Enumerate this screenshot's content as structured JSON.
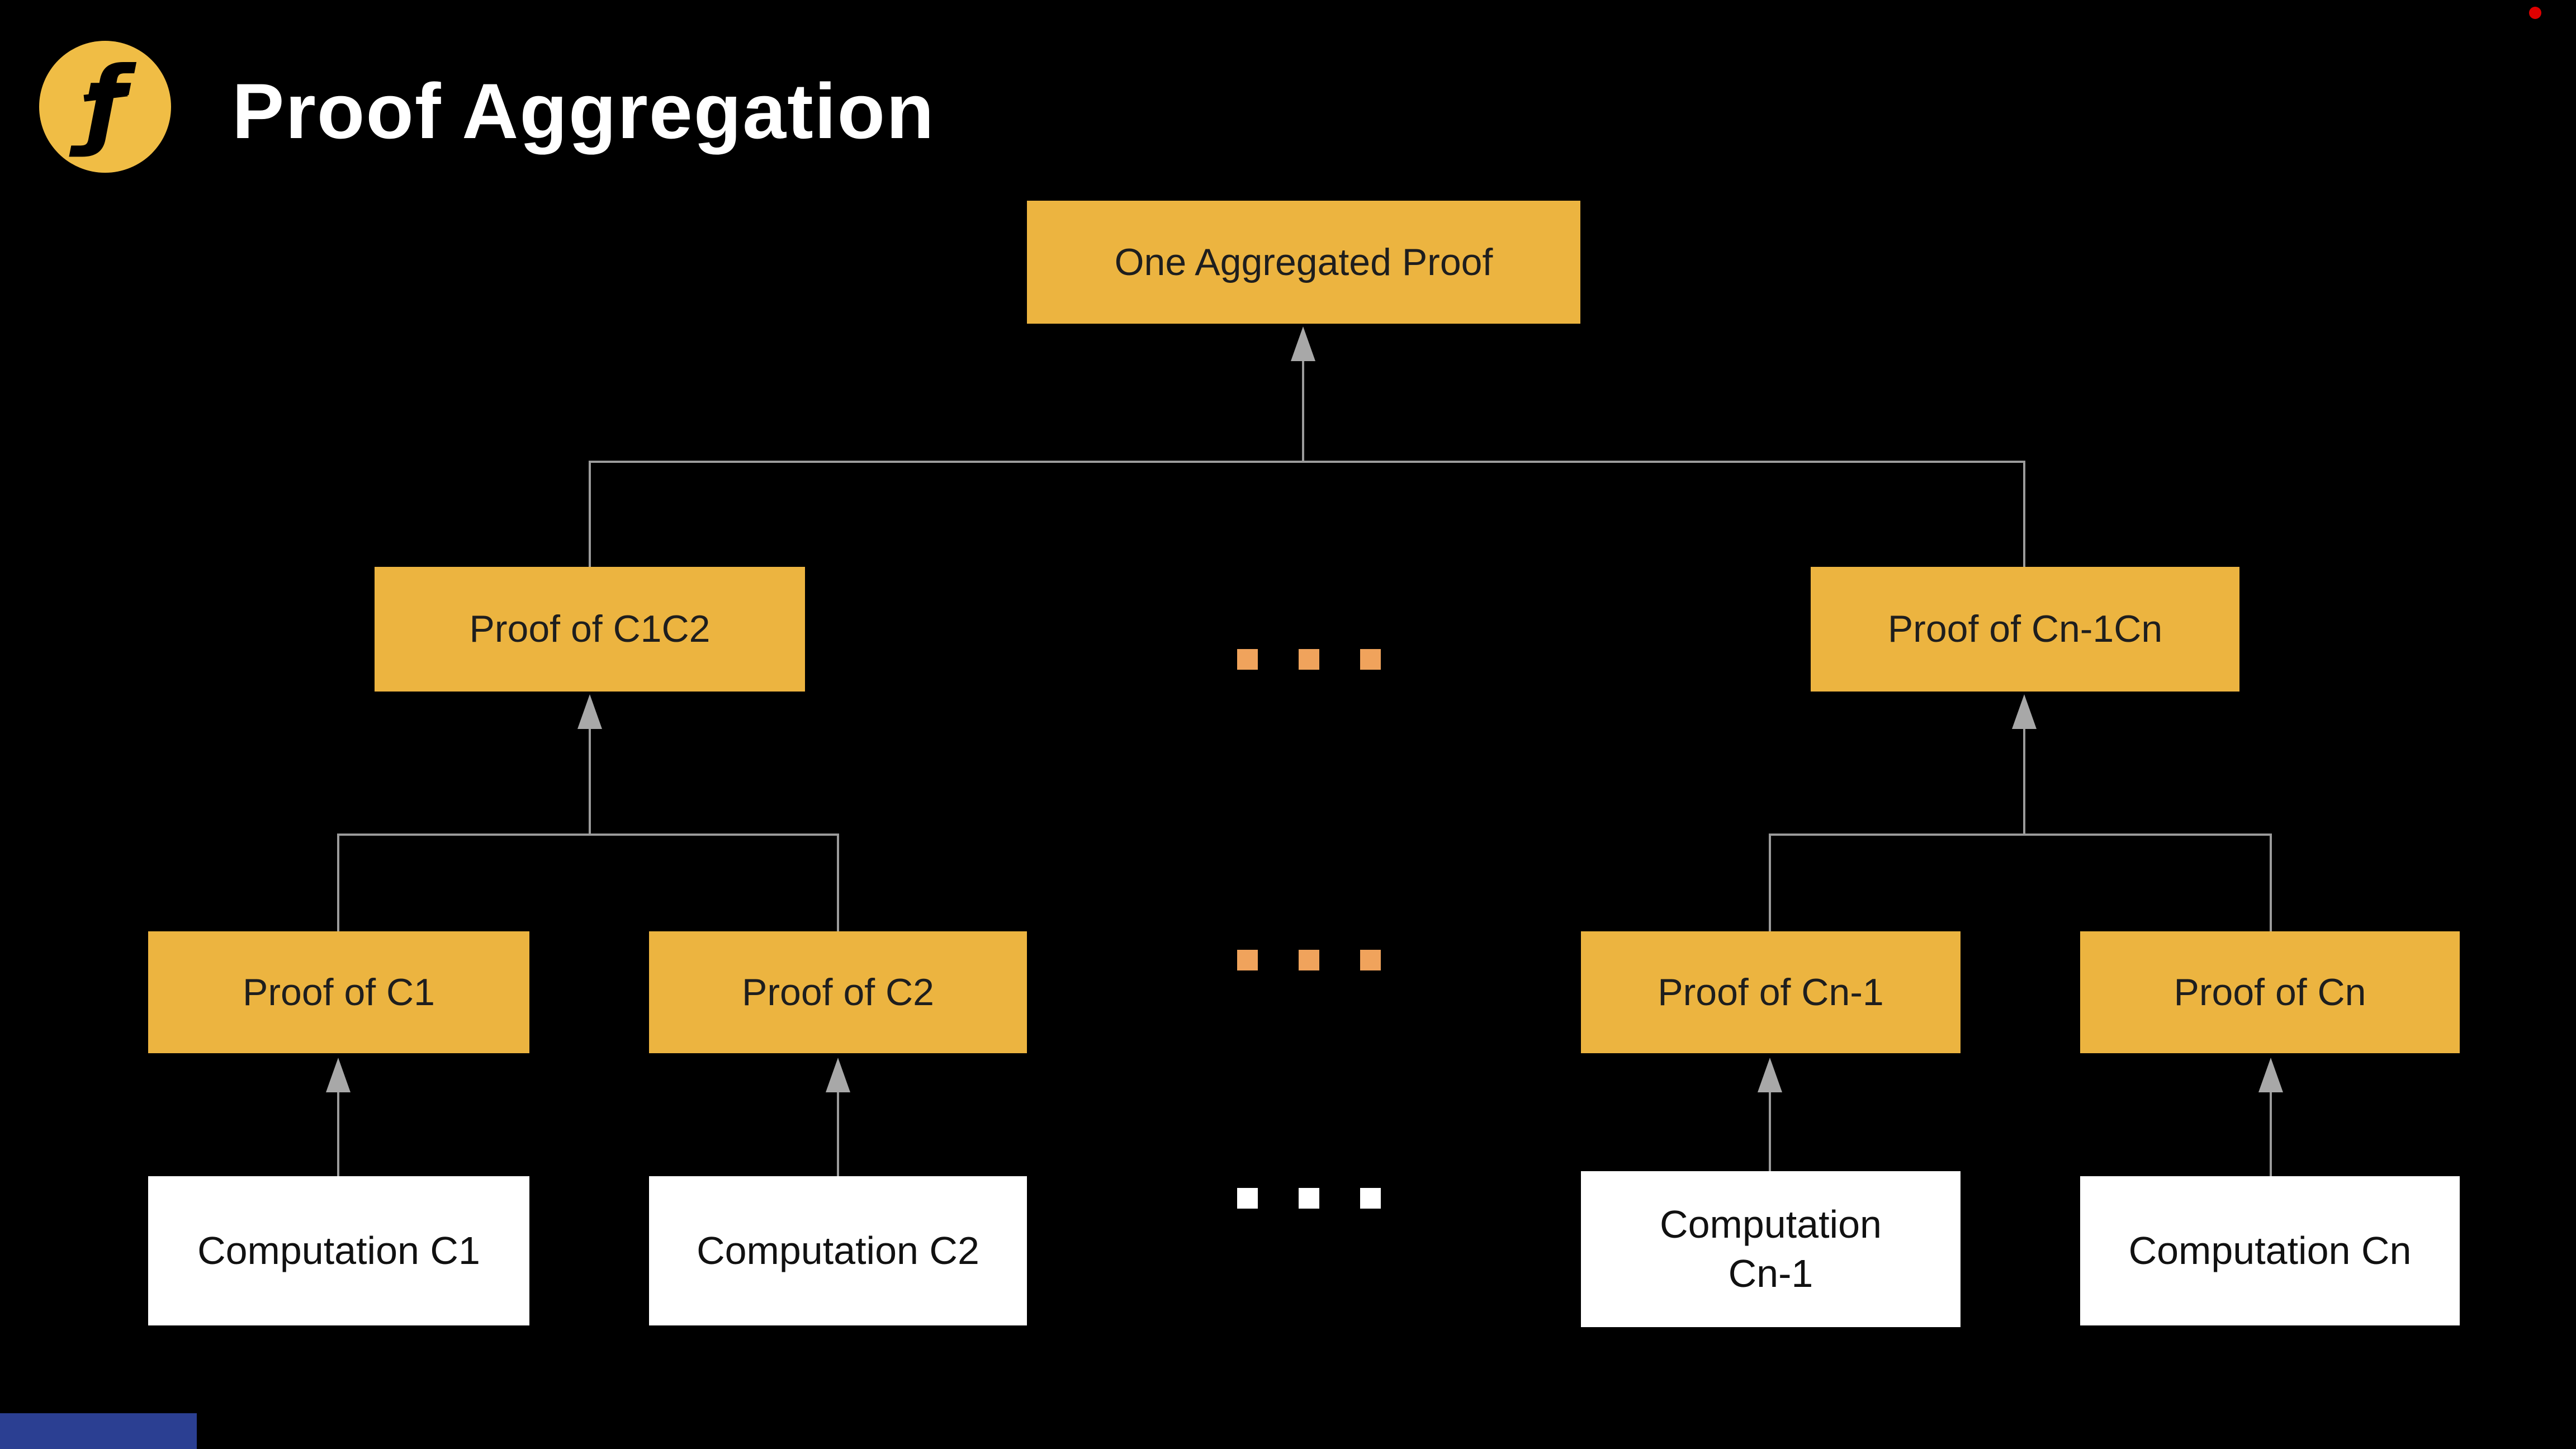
{
  "header": {
    "title": "Proof Aggregation",
    "logo_glyph": "ƒ"
  },
  "diagram": {
    "aggregated": "One Aggregated Proof",
    "mid_left": "Proof of C1C2",
    "mid_right": "Proof of Cn-1Cn",
    "proof_c1": "Proof of C1",
    "proof_c2": "Proof of C2",
    "proof_cn_minus_1": "Proof of Cn-1",
    "proof_cn": "Proof of Cn",
    "comp_c1": "Computation C1",
    "comp_c2": "Computation C2",
    "comp_cn_minus_1": "Computation Cn-1",
    "comp_cn": "Computation Cn"
  },
  "colors": {
    "background": "#000000",
    "box_gold": "#ECB440",
    "box_white": "#FFFFFF",
    "box_text_dark": "#1E1E1E",
    "title_text": "#FFFFFF",
    "connector_gray": "#9B9B9B",
    "ellipsis_orange": "#F0A35C",
    "ellipsis_white": "#FFFFFF",
    "logo_gold": "#F0BD45",
    "record_dot_red": "#E00000",
    "bottom_accent_blue": "#2B3F92"
  }
}
